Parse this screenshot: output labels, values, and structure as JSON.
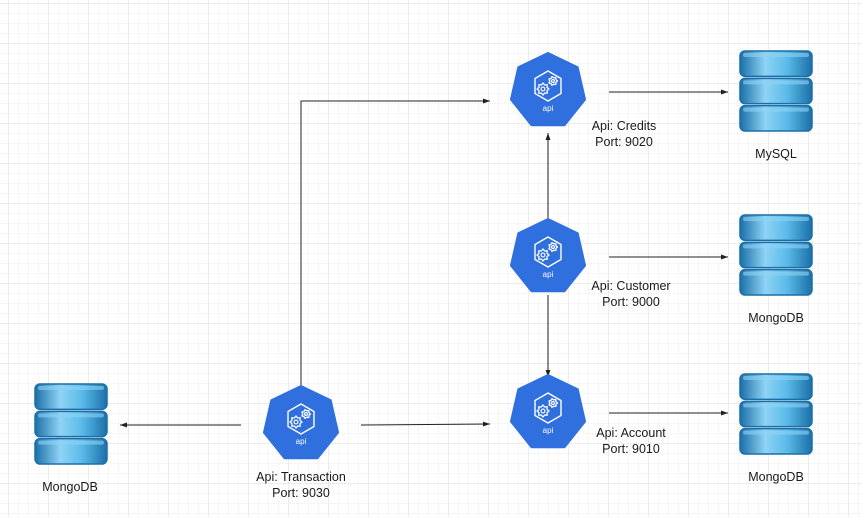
{
  "colors": {
    "api_fill": "#2f6fde",
    "api_stroke": "#ffffff",
    "db_light": "#8fd3f5",
    "db_mid": "#3aa6dc",
    "db_dark": "#1b6fa8",
    "edge": "#222222"
  },
  "nodes": {
    "api_credits": {
      "icon": "api-hexagon-icon",
      "caption": "api",
      "name": "Api: Credits",
      "port": "Port: 9020"
    },
    "api_customer": {
      "icon": "api-hexagon-icon",
      "caption": "api",
      "name": "Api: Customer",
      "port": "Port: 9000"
    },
    "api_account": {
      "icon": "api-hexagon-icon",
      "caption": "api",
      "name": "Api: Account",
      "port": "Port: 9010"
    },
    "api_transaction": {
      "icon": "api-hexagon-icon",
      "caption": "api",
      "name": "Api: Transaction",
      "port": "Port: 9030"
    },
    "db_mysql": {
      "icon": "database-icon",
      "name": "MySQL"
    },
    "db_mongo_customer": {
      "icon": "database-icon",
      "name": "MongoDB"
    },
    "db_mongo_account": {
      "icon": "database-icon",
      "name": "MongoDB"
    },
    "db_mongo_transaction": {
      "icon": "database-icon",
      "name": "MongoDB"
    }
  },
  "edges": [
    {
      "from": "api_transaction",
      "to": "api_credits"
    },
    {
      "from": "api_transaction",
      "to": "api_account"
    },
    {
      "from": "api_transaction",
      "to": "db_mongo_transaction"
    },
    {
      "from": "api_customer",
      "to": "api_credits"
    },
    {
      "from": "api_customer",
      "to": "api_account"
    },
    {
      "from": "api_credits",
      "to": "db_mysql"
    },
    {
      "from": "api_customer",
      "to": "db_mongo_customer"
    },
    {
      "from": "api_account",
      "to": "db_mongo_account"
    }
  ]
}
